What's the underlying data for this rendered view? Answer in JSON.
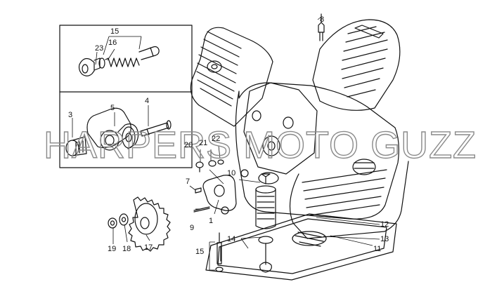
{
  "watermark": "HARPERS MOTO GUZZI©",
  "callouts": {
    "c1": "1",
    "c3": "3",
    "c4": "4",
    "c5": "5",
    "c7": "7",
    "c8": "8",
    "c9": "9",
    "c10": "10",
    "c11": "11",
    "c12": "12",
    "c13": "13",
    "c14": "14",
    "c15a": "15",
    "c15b": "15",
    "c16": "16",
    "c17": "17",
    "c18": "18",
    "c19": "19",
    "c20": "20",
    "c21": "21",
    "c22": "22",
    "c23": "23"
  },
  "colors": {
    "line": "#111111",
    "watermark": "#8a8a8a",
    "background": "#ffffff"
  }
}
